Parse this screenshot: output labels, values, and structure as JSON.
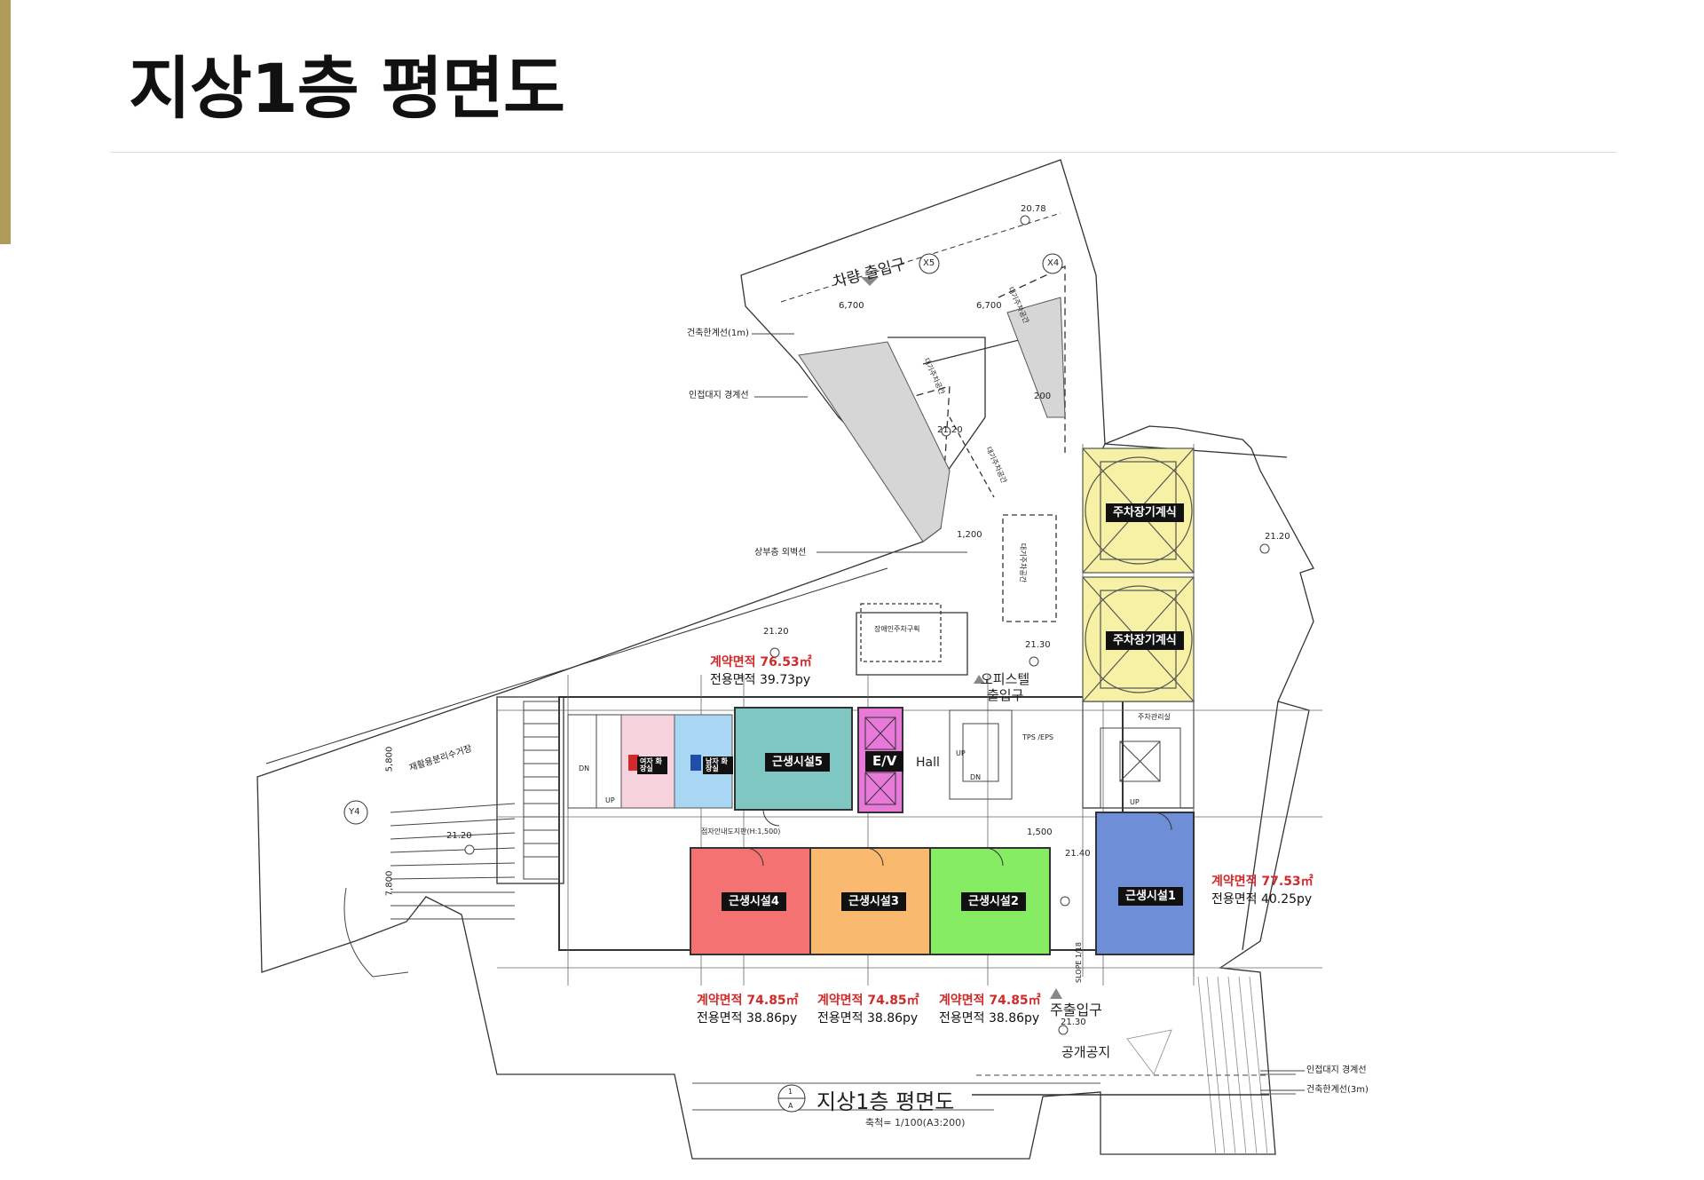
{
  "header": {
    "title": "지상1층 평면도",
    "accent_color": "#b09a5a"
  },
  "colors": {
    "shop1": "#6e8fd8",
    "shop2": "#86ec63",
    "shop3": "#f9b96e",
    "shop4": "#f47272",
    "shop5": "#7ec7c3",
    "elevator": "#e77ad9",
    "parking_lift": "#f7f1a6",
    "female_restroom": "#f6d3dc",
    "male_restroom": "#a9d6f2",
    "contract_text": "#d12a2a"
  },
  "floorplan": {
    "vehicle_entrance": "차량 출입구",
    "grid_x5": "X5",
    "grid_x4": "X4",
    "grid_y4": "Y4",
    "dim_6700_a": "6,700",
    "dim_6700_b": "6,700",
    "dim_5800": "5,800",
    "dim_7800": "7,800",
    "dim_1200": "1,200",
    "dim_1500": "1,500",
    "dim_200": "200",
    "elev_2078": "20.78",
    "elev_2120_a": "21.20",
    "elev_2120_b": "21.20",
    "elev_2120_c": "21.20",
    "elev_2120_d": "21.20",
    "elev_2130_a": "21.30",
    "elev_2130_b": "21.30",
    "elev_2140": "21.40",
    "building_limit_1m": "건축한계선(1m)",
    "adjacent_boundary": "인접대지 경계선",
    "upper_wall_line": "상부층 외벽선",
    "recycling": "재활용분리수거장",
    "disabled_parking": "장애인주차구획",
    "parking_space_1": "대기주차공간",
    "parking_space_2": "대기주차공간",
    "parking_space_3": "대기주차공간",
    "parking_space_4": "대기주차공간",
    "parking_lift_1": "주차장기계식",
    "parking_lift_2": "주차장기계식",
    "parking_office": "주차관리실",
    "officetel_entrance_1": "오피스텔",
    "officetel_entrance_2": "출입구",
    "main_entrance": "주출입구",
    "public_space": "공개공지",
    "evacuation_map": "점자안내도지판(H:1,500)",
    "elevator": "E/V",
    "hall": "Hall",
    "tps_eps": "TPS /EPS",
    "female_restroom": "여자 화장실",
    "male_restroom": "남자 화장실",
    "slope": "SLOPE 1/18",
    "dn_a": "DN",
    "up_a": "UP",
    "dn_b": "DN",
    "up_b": "UP",
    "up_c": "UP"
  },
  "units": [
    {
      "name": "근생시설1",
      "contract": "계약면적  77.53㎡",
      "exclusive": "전용면적  40.25py"
    },
    {
      "name": "근생시설2",
      "contract": "계약면적  74.85㎡",
      "exclusive": "전용면적  38.86py"
    },
    {
      "name": "근생시설3",
      "contract": "계약면적  74.85㎡",
      "exclusive": "전용면적  38.86py"
    },
    {
      "name": "근생시설4",
      "contract": "계약면적  74.85㎡",
      "exclusive": "전용면적  38.86py"
    },
    {
      "name": "근생시설5",
      "contract": "계약면적  76.53㎡",
      "exclusive": "전용면적  39.73py"
    }
  ],
  "caption": {
    "number": "1",
    "letter": "A",
    "title": "지상1층 평면도",
    "scale": "축척= 1/100(A3:200)",
    "adjacent_boundary": "인접대지 경계선",
    "building_limit_3m": "건축한계선(3m)"
  }
}
